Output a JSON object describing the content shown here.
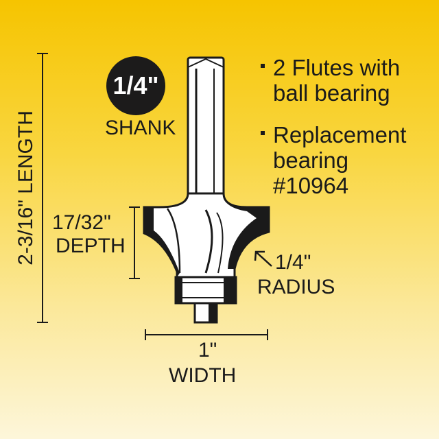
{
  "shank": {
    "size": "1/4\"",
    "label": "SHANK"
  },
  "dimensions": {
    "length": "2-3/16\" LENGTH",
    "depth_value": "17/32\"",
    "depth_label": "DEPTH",
    "radius_value": "1/4\"",
    "radius_label": "RADIUS",
    "width_value": "1\"",
    "width_label": "WIDTH"
  },
  "features": [
    {
      "text": "2 Flutes with\nball bearing"
    },
    {
      "text": "Replacement\nbearing\n#10964"
    }
  ],
  "colors": {
    "background_top": "#f6c400",
    "background_bottom": "#fdf6da",
    "ink": "#1a1a1a"
  }
}
